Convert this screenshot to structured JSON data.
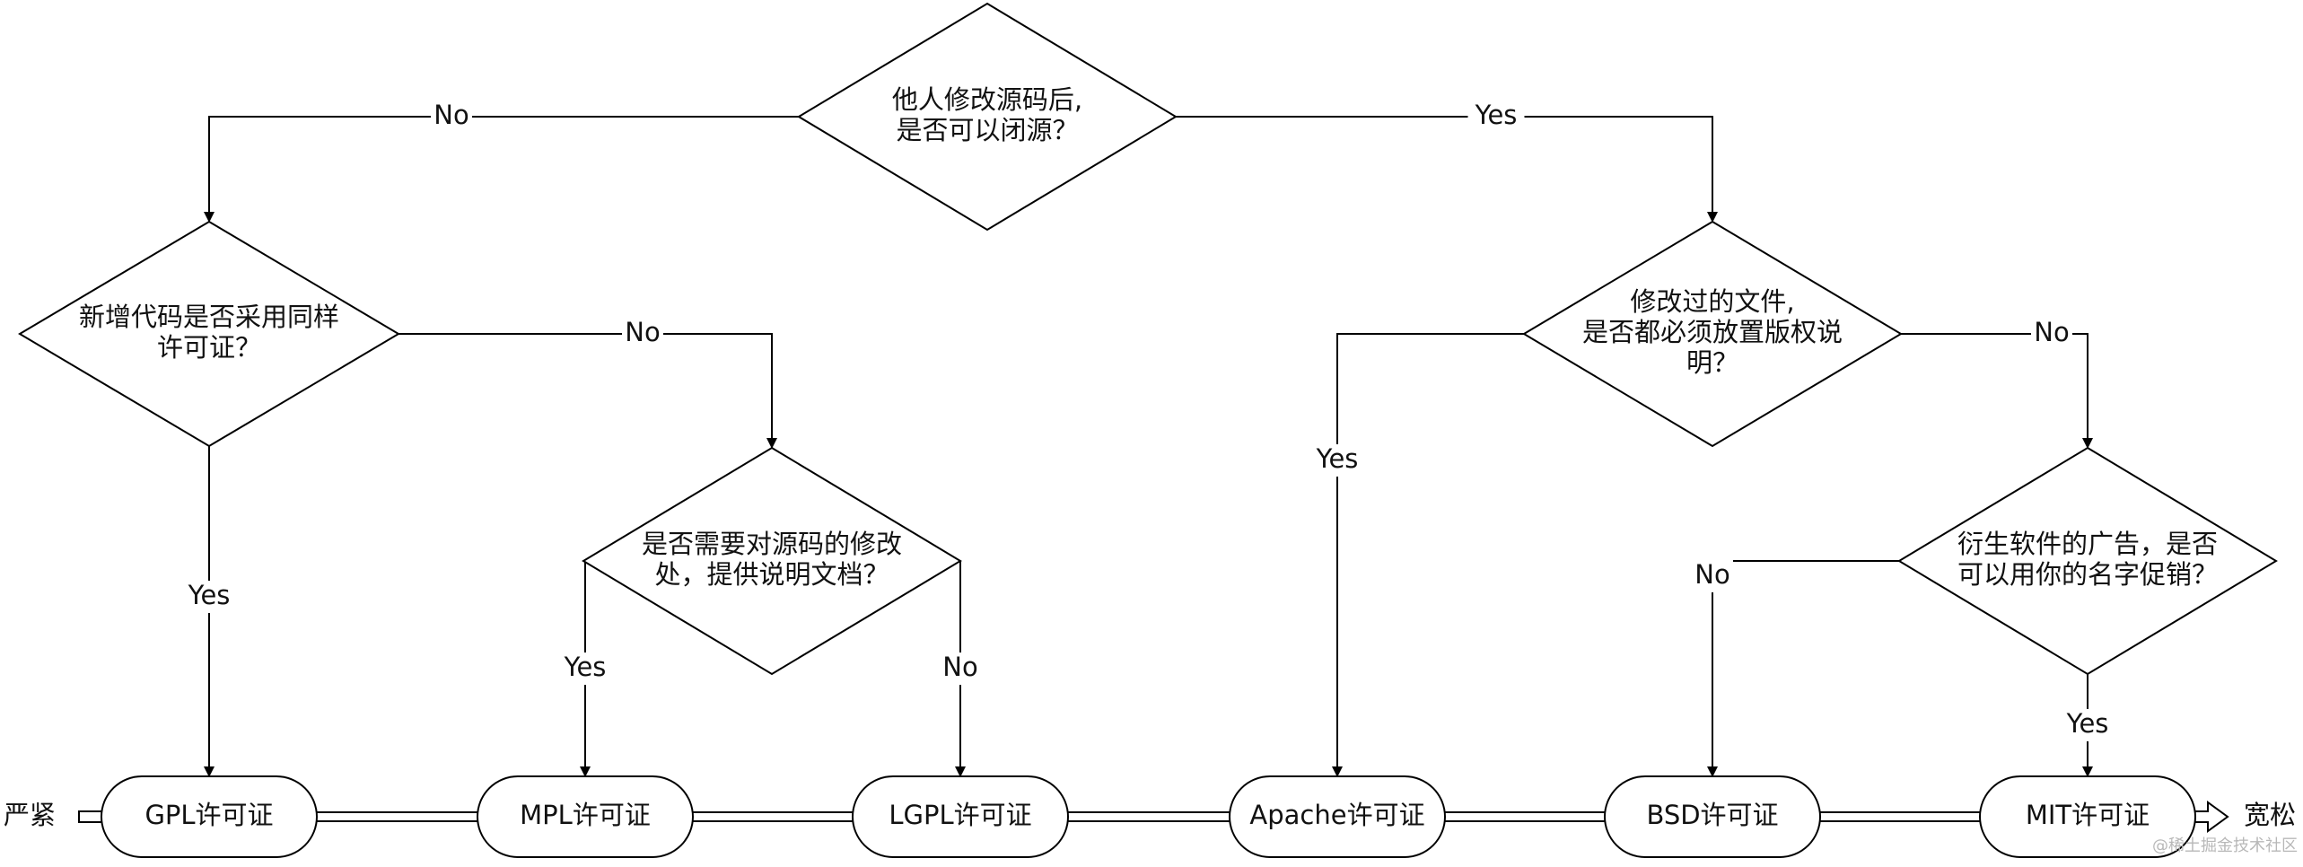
{
  "diagram": {
    "decisions": [
      {
        "id": "q_closed_source",
        "lines": [
          "他人修改源码后,",
          "是否可以闭源？"
        ]
      },
      {
        "id": "q_same_license",
        "lines": [
          "新增代码是否采用同样",
          "许可证？"
        ]
      },
      {
        "id": "q_doc_changes",
        "lines": [
          "是否需要对源码的修改",
          "处，提供说明文档？"
        ]
      },
      {
        "id": "q_copyright_notice",
        "lines": [
          "修改过的文件,",
          "是否都必须放置版权说",
          "明？"
        ]
      },
      {
        "id": "q_name_promotion",
        "lines": [
          "衍生软件的广告，是否",
          "可以用你的名字促销？"
        ]
      }
    ],
    "licenses": [
      {
        "id": "gpl",
        "label": "GPL许可证"
      },
      {
        "id": "mpl",
        "label": "MPL许可证"
      },
      {
        "id": "lgpl",
        "label": "LGPL许可证"
      },
      {
        "id": "apache",
        "label": "Apache许可证"
      },
      {
        "id": "bsd",
        "label": "BSD许可证"
      },
      {
        "id": "mit",
        "label": "MIT许可证"
      }
    ],
    "edges": [
      {
        "id": "e_closed_no",
        "from": "q_closed_source",
        "to": "q_same_license",
        "label": "No"
      },
      {
        "id": "e_closed_yes",
        "from": "q_closed_source",
        "to": "q_copyright_notice",
        "label": "Yes"
      },
      {
        "id": "e_same_yes",
        "from": "q_same_license",
        "to": "gpl",
        "label": "Yes"
      },
      {
        "id": "e_same_no",
        "from": "q_same_license",
        "to": "q_doc_changes",
        "label": "No"
      },
      {
        "id": "e_doc_yes",
        "from": "q_doc_changes",
        "to": "mpl",
        "label": "Yes"
      },
      {
        "id": "e_doc_no",
        "from": "q_doc_changes",
        "to": "lgpl",
        "label": "No"
      },
      {
        "id": "e_notice_yes",
        "from": "q_copyright_notice",
        "to": "apache",
        "label": "Yes"
      },
      {
        "id": "e_notice_no",
        "from": "q_copyright_notice",
        "to": "q_name_promotion",
        "label": "No"
      },
      {
        "id": "e_name_no",
        "from": "q_name_promotion",
        "to": "bsd",
        "label": "No"
      },
      {
        "id": "e_name_yes",
        "from": "q_name_promotion",
        "to": "mit",
        "label": "Yes"
      }
    ],
    "spectrum": {
      "strict_label": "严紧",
      "loose_label": "宽松"
    },
    "watermark": "@稀土掘金技术社区"
  }
}
